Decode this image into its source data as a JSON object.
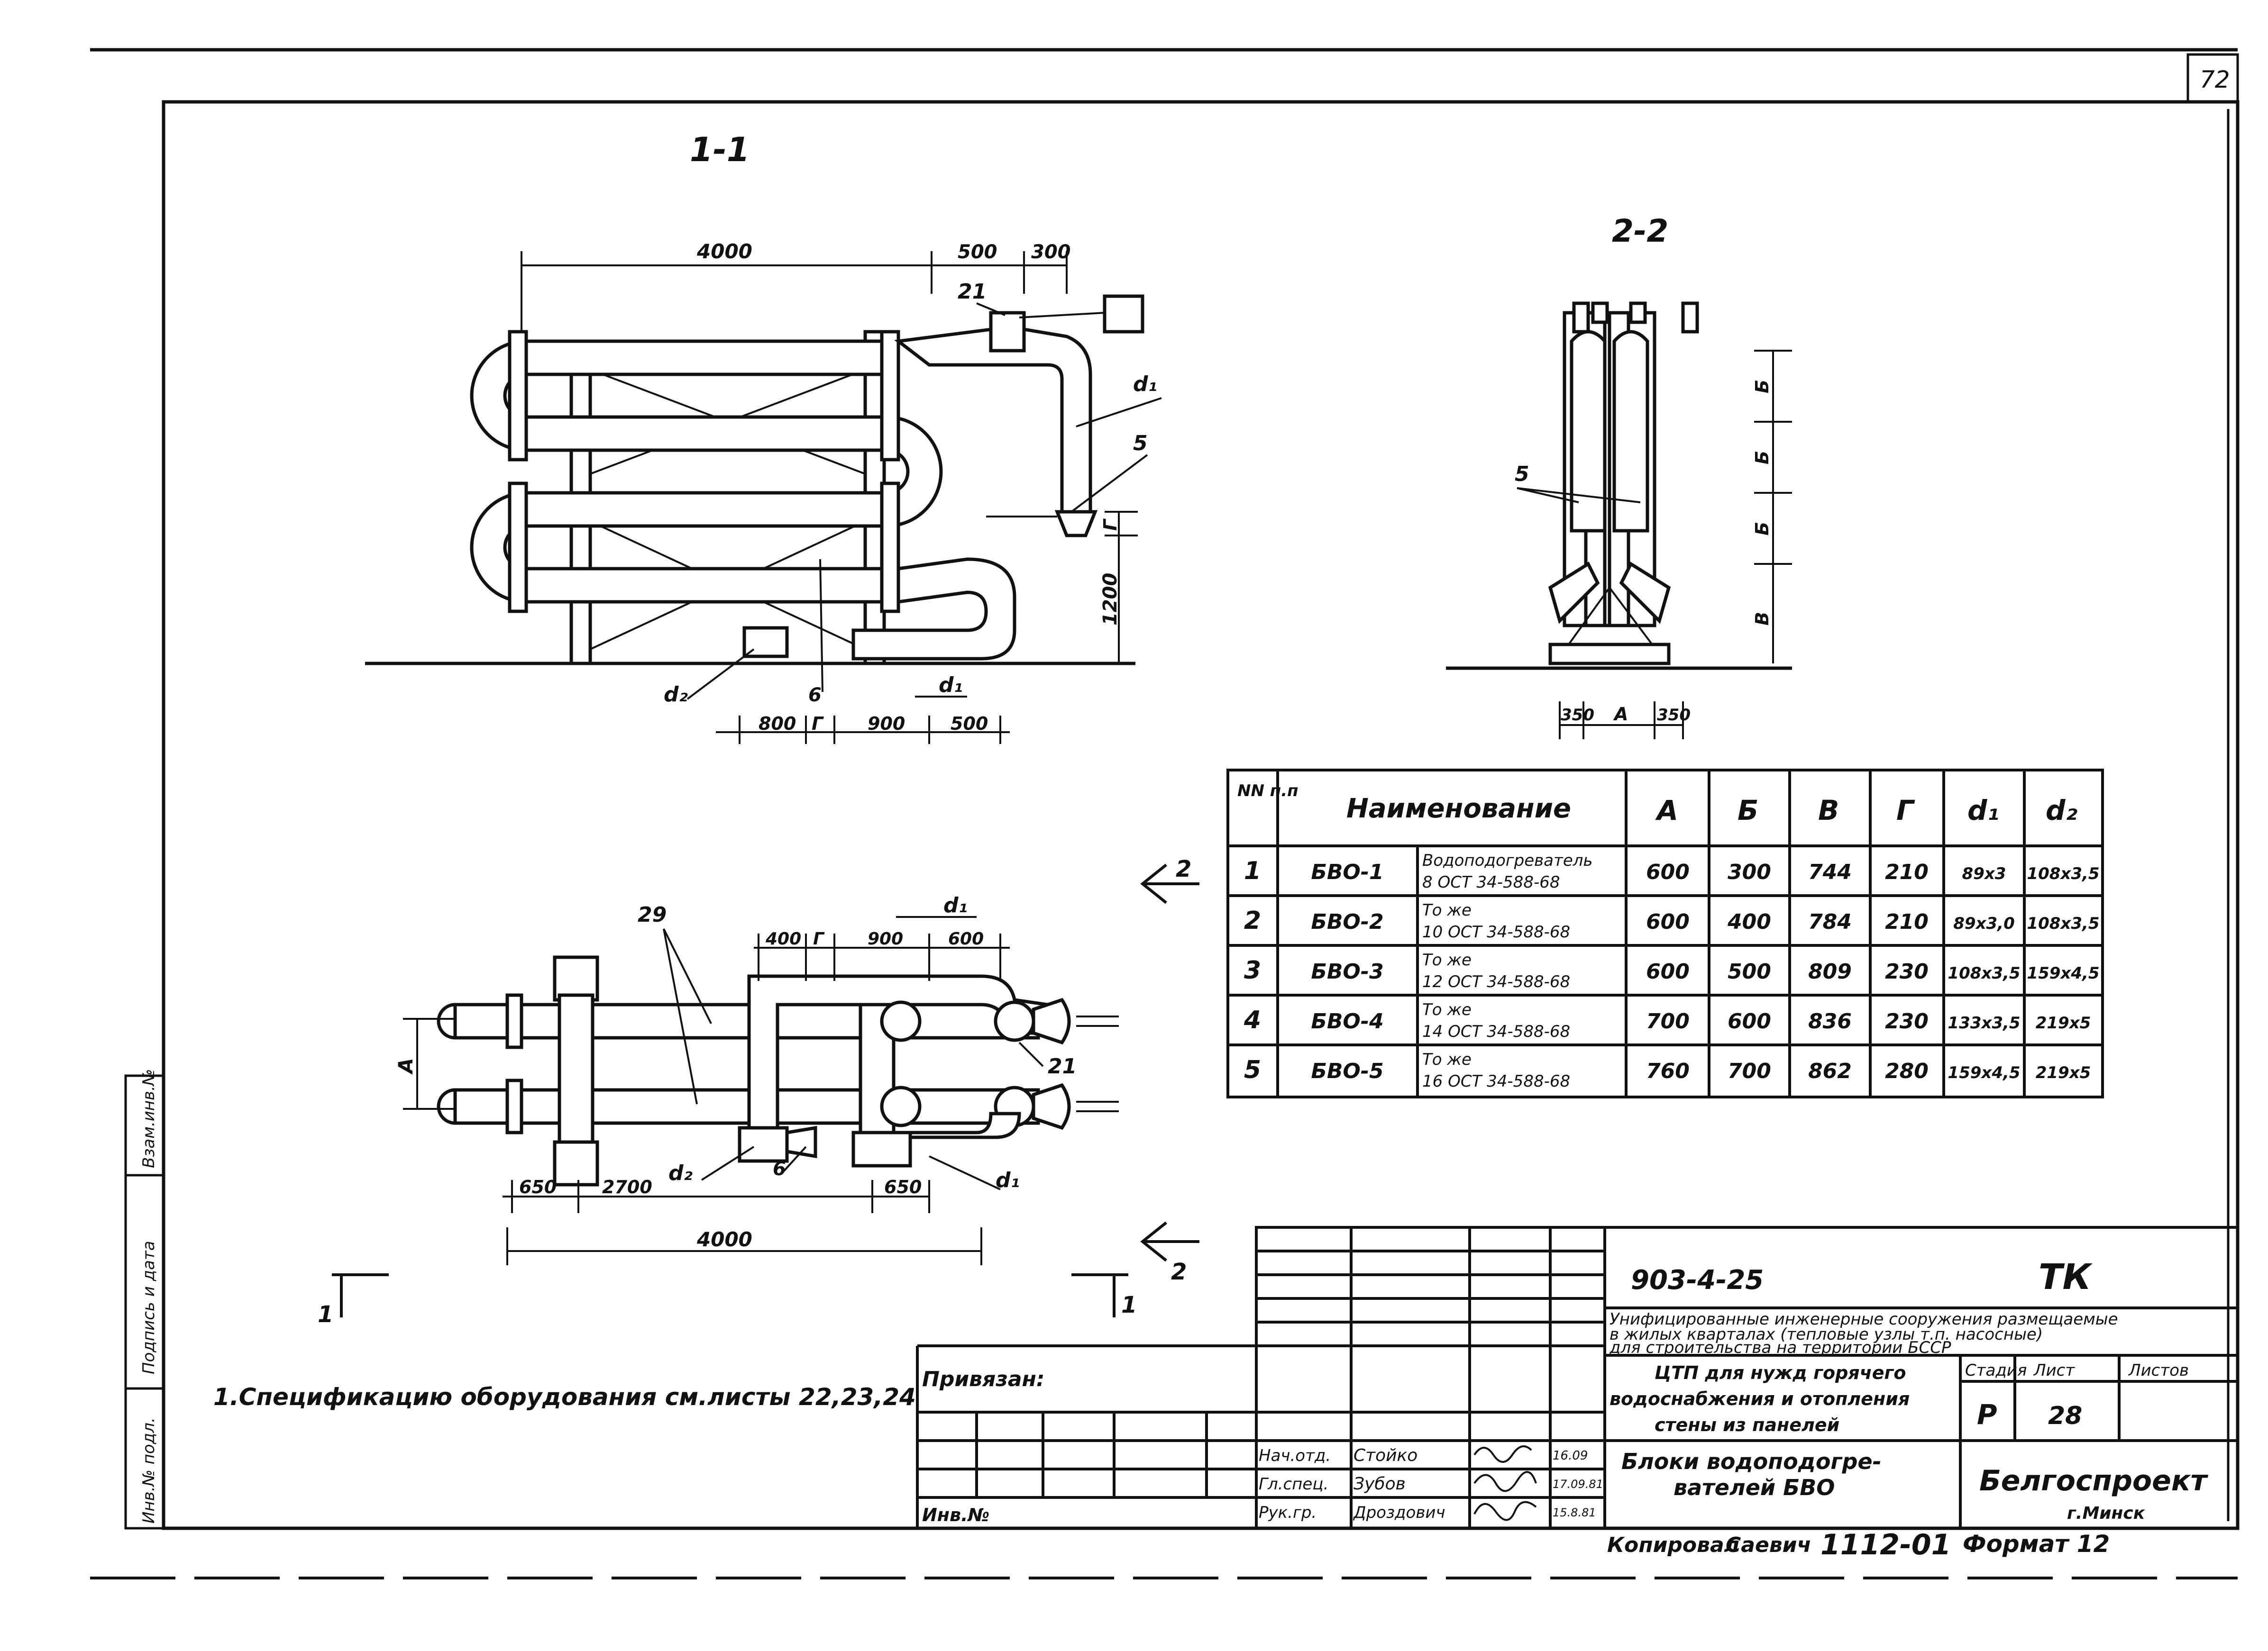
{
  "sheet": {
    "number": "72"
  },
  "section_1_1": {
    "label": "1-1",
    "dims_top": [
      "4000",
      "500",
      "300"
    ],
    "dims_bottom": [
      "800",
      "Г",
      "900",
      "500"
    ],
    "dim_height": "1200",
    "dim_g": "Г",
    "callouts": {
      "p21": "21",
      "d1_top": "d₁",
      "p5": "5",
      "d2": "d₂",
      "p6": "6",
      "d1_bottom": "d₁"
    }
  },
  "section_2_2": {
    "label": "2-2",
    "dims_right": [
      "Б",
      "Б",
      "Б",
      "В"
    ],
    "dims_bottom": [
      "350",
      "А",
      "350"
    ],
    "callout_5": "5"
  },
  "plan_view": {
    "dims_top": [
      "400",
      "Г",
      "900",
      "600"
    ],
    "dims_bottom": [
      "650",
      "2700",
      "650"
    ],
    "dim_total": "4000",
    "dim_a": "А",
    "callouts": {
      "p29": "29",
      "d1_top": "d₁",
      "p21": "21",
      "d2": "d₂",
      "p6": "6",
      "d1_bottom": "d₁"
    }
  },
  "section_marks": {
    "left": "1",
    "right": "1",
    "top_arrow": "2",
    "bottom_arrow": "2"
  },
  "spec_table": {
    "headers": [
      "NN п.п",
      "Наименование",
      "А",
      "Б",
      "В",
      "Г",
      "d₁",
      "d₂"
    ],
    "rows": [
      {
        "n": "1",
        "code": "БВО-1",
        "desc1": "Водоподогреватель",
        "desc2": "8 ОСТ 34-588-68",
        "a": "600",
        "b": "300",
        "v": "744",
        "g": "210",
        "d1": "89x3",
        "d2": "108x3,5"
      },
      {
        "n": "2",
        "code": "БВО-2",
        "desc1": "То же",
        "desc2": "10 ОСТ 34-588-68",
        "a": "600",
        "b": "400",
        "v": "784",
        "g": "210",
        "d1": "89x3,0",
        "d2": "108x3,5"
      },
      {
        "n": "3",
        "code": "БВО-3",
        "desc1": "То же",
        "desc2": "12 ОСТ 34-588-68",
        "a": "600",
        "b": "500",
        "v": "809",
        "g": "230",
        "d1": "108x3,5",
        "d2": "159x4,5"
      },
      {
        "n": "4",
        "code": "БВО-4",
        "desc1": "То же",
        "desc2": "14 ОСТ 34-588-68",
        "a": "700",
        "b": "600",
        "v": "836",
        "g": "230",
        "d1": "133x3,5",
        "d2": "219x5"
      },
      {
        "n": "5",
        "code": "БВО-5",
        "desc1": "То же",
        "desc2": "16 ОСТ 34-588-68",
        "a": "760",
        "b": "700",
        "v": "862",
        "g": "280",
        "d1": "159x4,5",
        "d2": "219x5"
      }
    ]
  },
  "note": "1.Спецификацию оборудования см.листы 22,23,24",
  "side_stamp": [
    "Инв.№ подл.",
    "Подпись и дата",
    "Взам.инв.№"
  ],
  "title_block": {
    "code": "903-4-25",
    "mark": "ТК",
    "project_line1": "Унифицированные инженерные сооружения размещаемые",
    "project_line2": "в жилых кварталах (тепловые узлы т.п. насосные)",
    "project_line3": "для строительства на территории БССР",
    "title_line1": "ЦТП для нужд горячего",
    "title_line2": "водоснабжения и отопления",
    "title_line3": "стены из панелей",
    "stage_label": "Стадия",
    "sheet_label": "Лист",
    "sheets_label": "Листов",
    "stage": "Р",
    "sheet": "28",
    "drawing_line1": "Блоки водоподогре-",
    "drawing_line2": "вателей БВО",
    "org": "Белгоспроект",
    "city": "г.Минск",
    "bound": "Привязан:",
    "inv": "Инв.№",
    "signers": [
      {
        "role": "Нач.отд.",
        "name": "Стойко",
        "date": "16.09"
      },
      {
        "role": "Гл.спец.",
        "name": "Зубов",
        "date": "17.09.81"
      },
      {
        "role": "Рук.гр.",
        "name": "Дроздович",
        "date": "15.8.81"
      }
    ],
    "copied": "Копировал",
    "copier": "Саевич",
    "order": "1112-01",
    "format": "Формат 12"
  }
}
